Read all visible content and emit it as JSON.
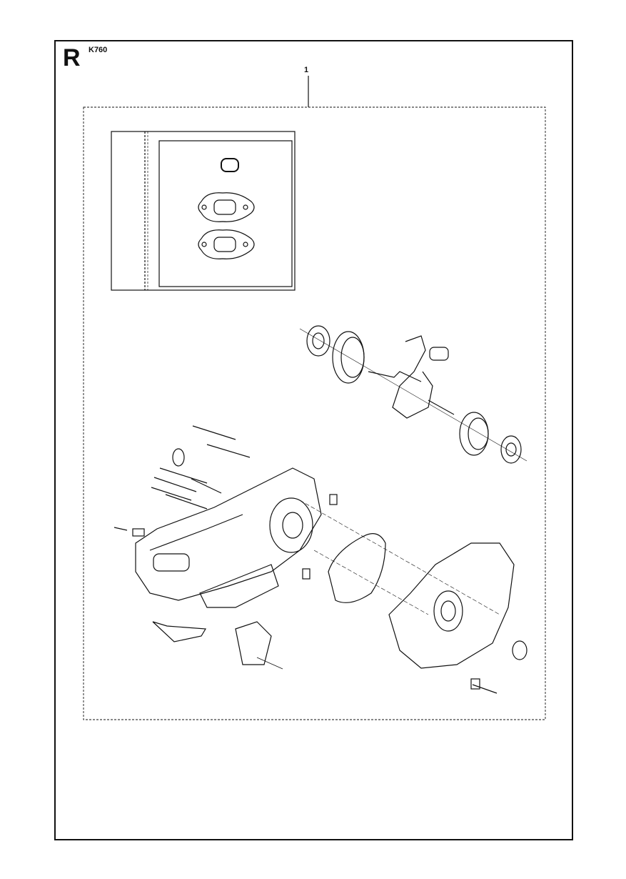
{
  "page": {
    "section_letter": "R",
    "model": "K760",
    "callout": "1"
  },
  "icons": {
    "gasket_kit": "gasket-kit-icon",
    "crankshaft": "crankshaft-icon",
    "crankcase": "crankcase-icon"
  }
}
